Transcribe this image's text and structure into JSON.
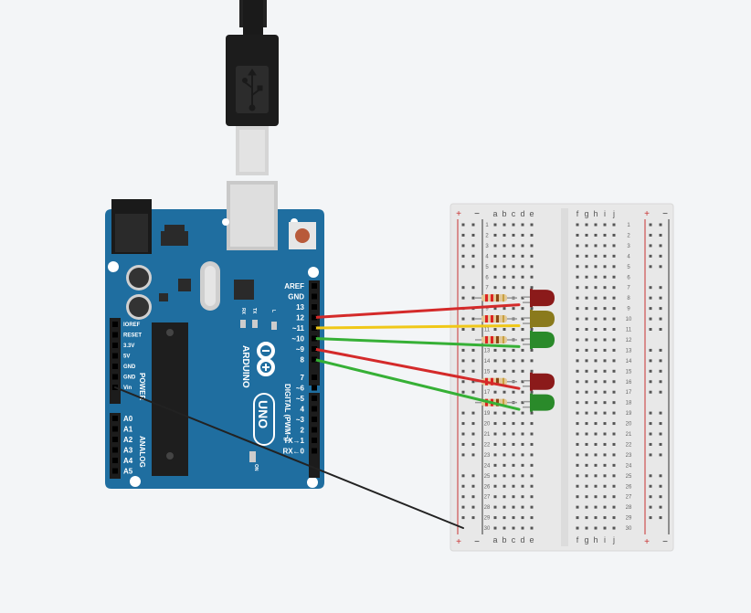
{
  "usb": {
    "icon": "usb-icon"
  },
  "arduino": {
    "brand": "ARDUINO",
    "model": "UNO",
    "digital_label": "DIGITAL (PWM~)",
    "power_label": "POWER",
    "analog_label": "ANALOG",
    "on_label": "ON",
    "tx_label": "TX",
    "rx_label": "RX",
    "l_label": "L",
    "digital_pins": [
      "AREF",
      "GND",
      "13",
      "12",
      "~11",
      "~10",
      "~9",
      "8",
      "7",
      "~6",
      "~5",
      "4",
      "~3",
      "2",
      "TX→1",
      "RX←0"
    ],
    "power_pins": [
      "IOREF",
      "RESET",
      "3.3V",
      "5V",
      "GND",
      "GND",
      "Vin"
    ],
    "analog_pins": [
      "A0",
      "A1",
      "A2",
      "A3",
      "A4",
      "A5"
    ]
  },
  "breadboard": {
    "plus": "+",
    "minus": "−",
    "cols_left": [
      "a",
      "b",
      "c",
      "d",
      "e"
    ],
    "cols_right": [
      "f",
      "g",
      "h",
      "i",
      "j"
    ],
    "rows": 30
  },
  "leds": [
    {
      "name": "led-red-1",
      "color": "#8b1a1a",
      "row": 8
    },
    {
      "name": "led-yellow",
      "color": "#8a7a1c",
      "row": 10
    },
    {
      "name": "led-green-1",
      "color": "#2a8a2a",
      "row": 12
    },
    {
      "name": "led-red-2",
      "color": "#8b1a1a",
      "row": 16
    },
    {
      "name": "led-green-2",
      "color": "#2a8a2a",
      "row": 18
    }
  ],
  "wires": [
    {
      "name": "wire-pin12",
      "color": "#d42a2a"
    },
    {
      "name": "wire-pin11",
      "color": "#f0c818"
    },
    {
      "name": "wire-pin10",
      "color": "#36b036"
    },
    {
      "name": "wire-pin9",
      "color": "#d42a2a"
    },
    {
      "name": "wire-pin8",
      "color": "#36b036"
    },
    {
      "name": "wire-gnd",
      "color": "#222222"
    }
  ],
  "colors": {
    "board": "#1f6ea0",
    "breadboard": "#e9e9e9",
    "background": "#f3f5f7"
  }
}
